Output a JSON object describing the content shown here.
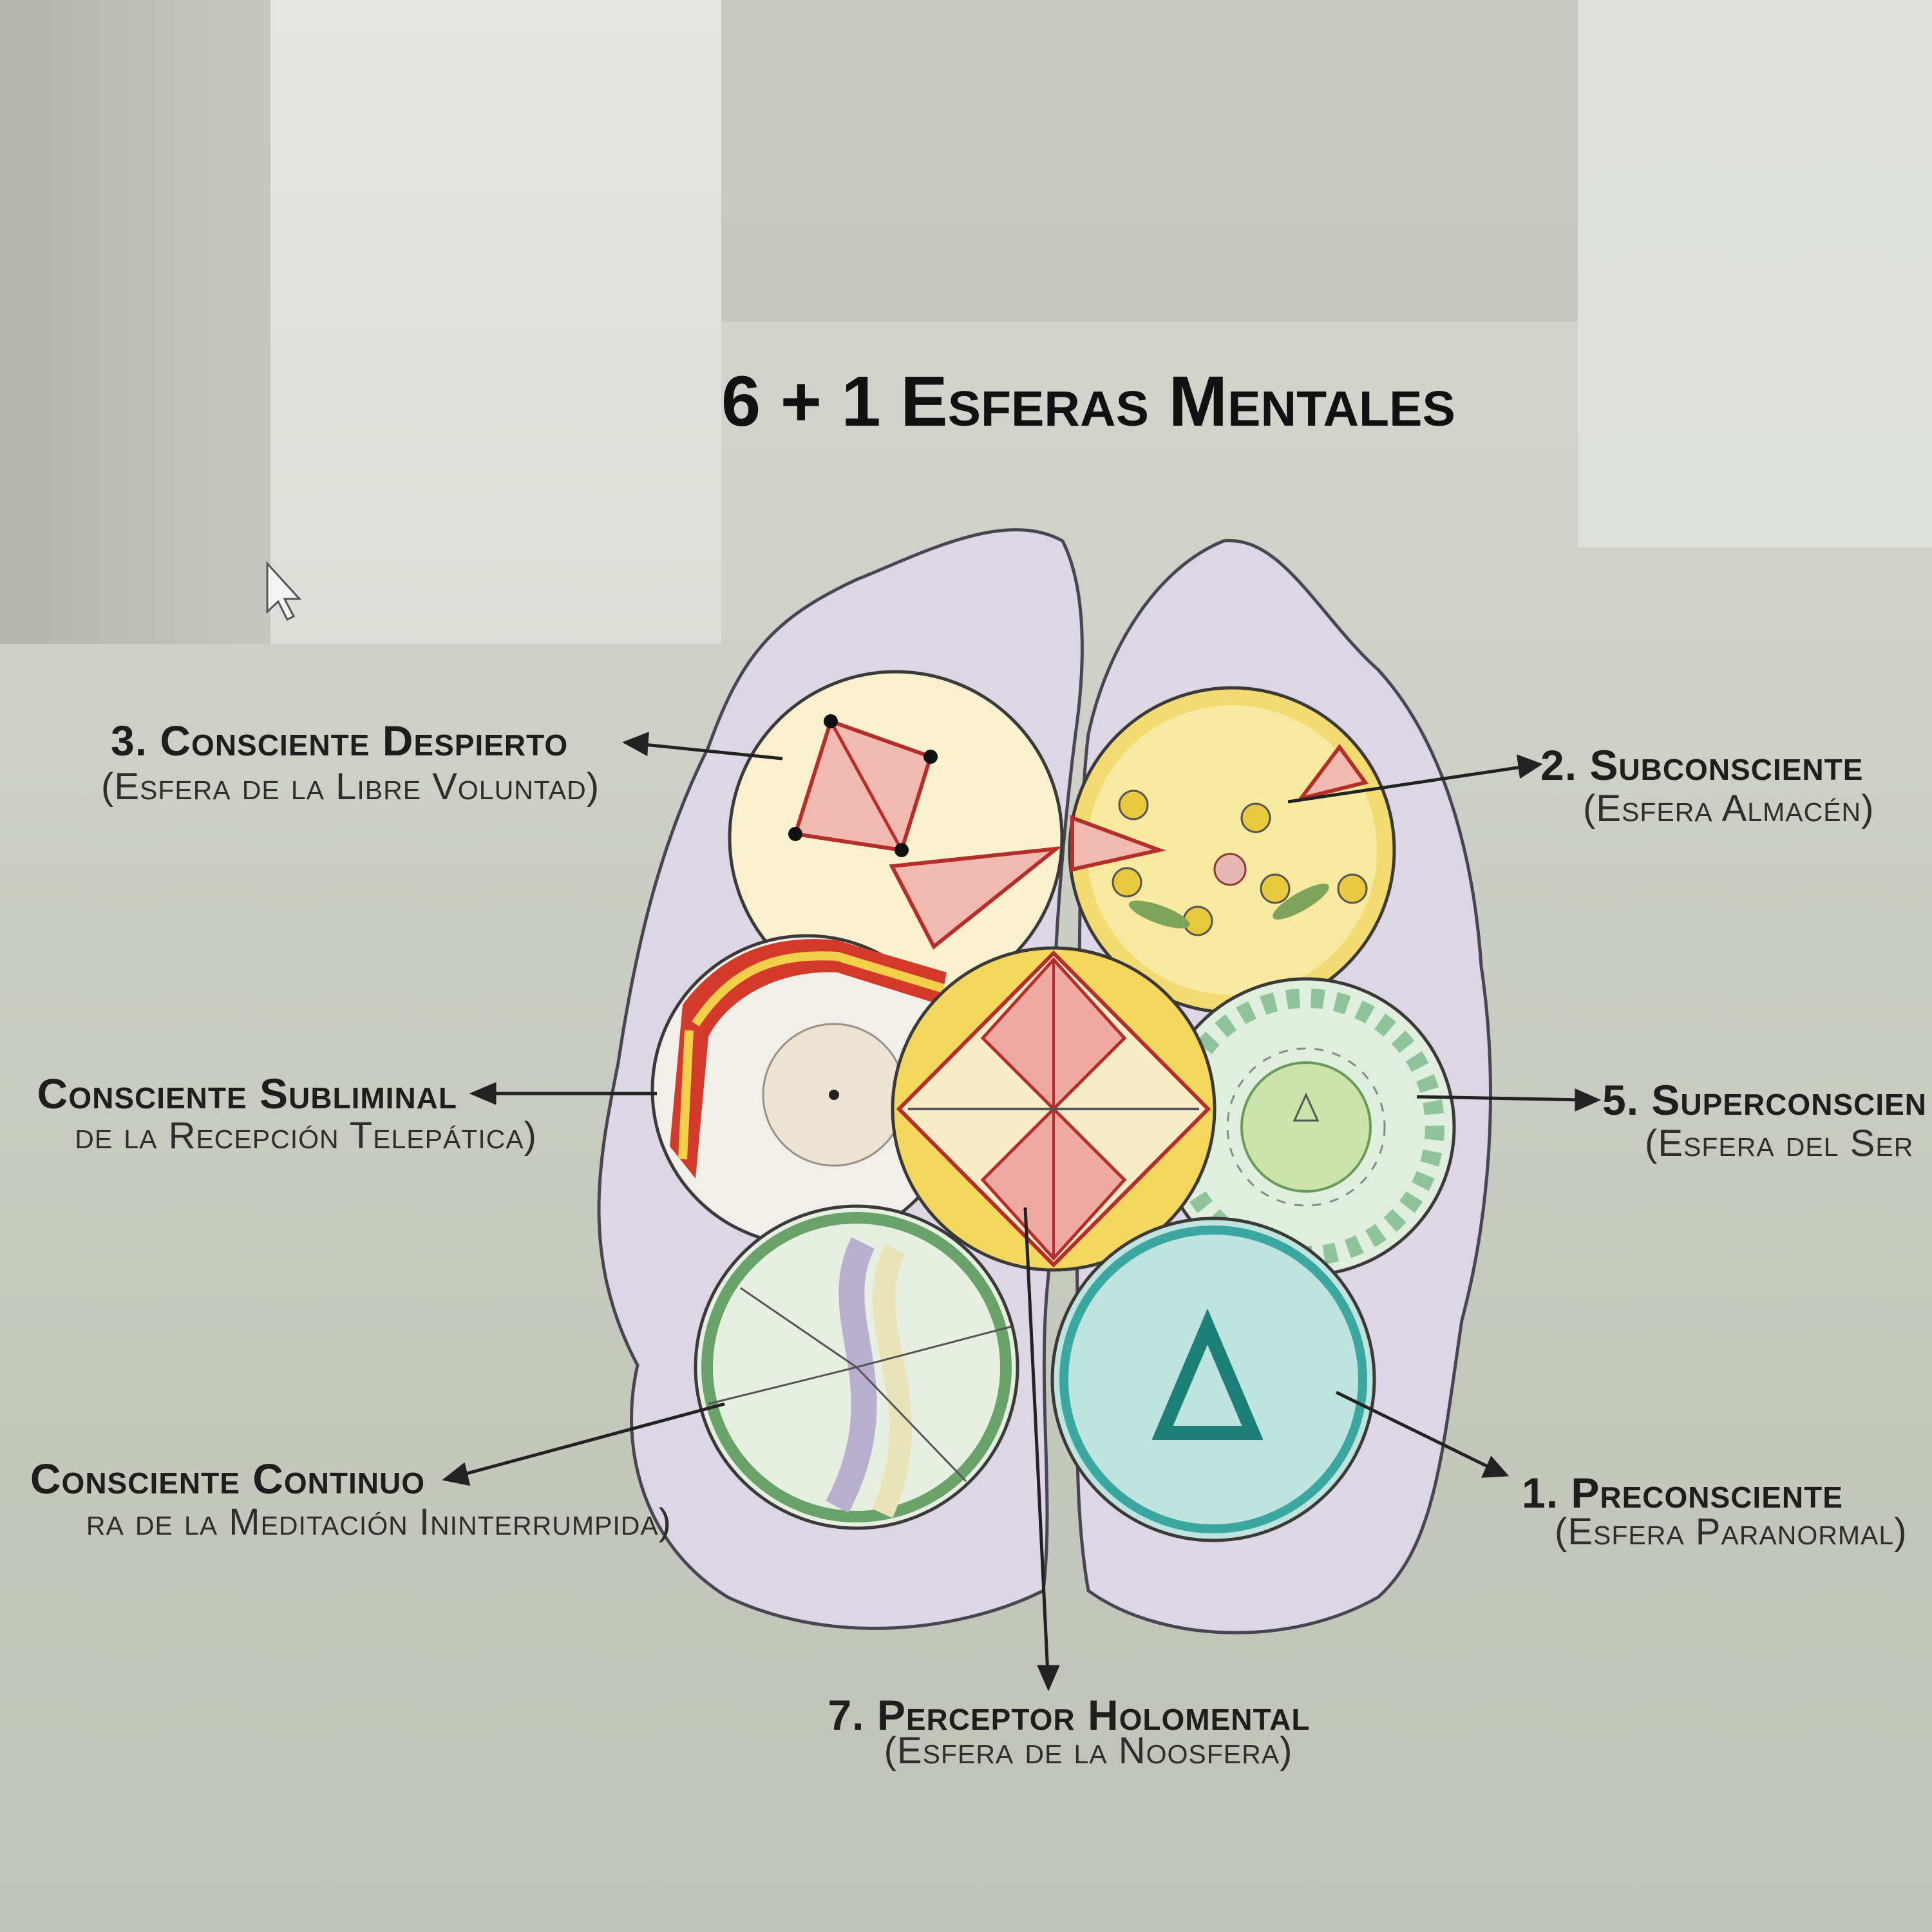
{
  "title": "6 + 1 Esferas Mentales",
  "spheres": [
    {
      "name": "3. Consciente Despierto",
      "subtitle": "(Esfera de la Libre Voluntad)"
    },
    {
      "name": "2. Subconsciente",
      "subtitle": "(Esfera Almacén)"
    },
    {
      "name": "Consciente Subliminal",
      "subtitle": "de la Recepción Telepática)"
    },
    {
      "name": "5. Superconscien",
      "subtitle": "(Esfera del Ser"
    },
    {
      "name": "Consciente Continuo",
      "subtitle": "ra de la Meditación Ininterrumpida)"
    },
    {
      "name": "1. Preconsciente",
      "subtitle": "(Esfera Paranormal)"
    },
    {
      "name": "7. Perceptor Holomental",
      "subtitle": "(Esfera de la Noosfera)"
    }
  ],
  "colors": {
    "brain": "#ddd6e6",
    "outline": "#4a4552",
    "red": "#c9312c",
    "yellow": "#f0d860",
    "green": "#5a9a5a",
    "teal": "#2e9c95"
  }
}
